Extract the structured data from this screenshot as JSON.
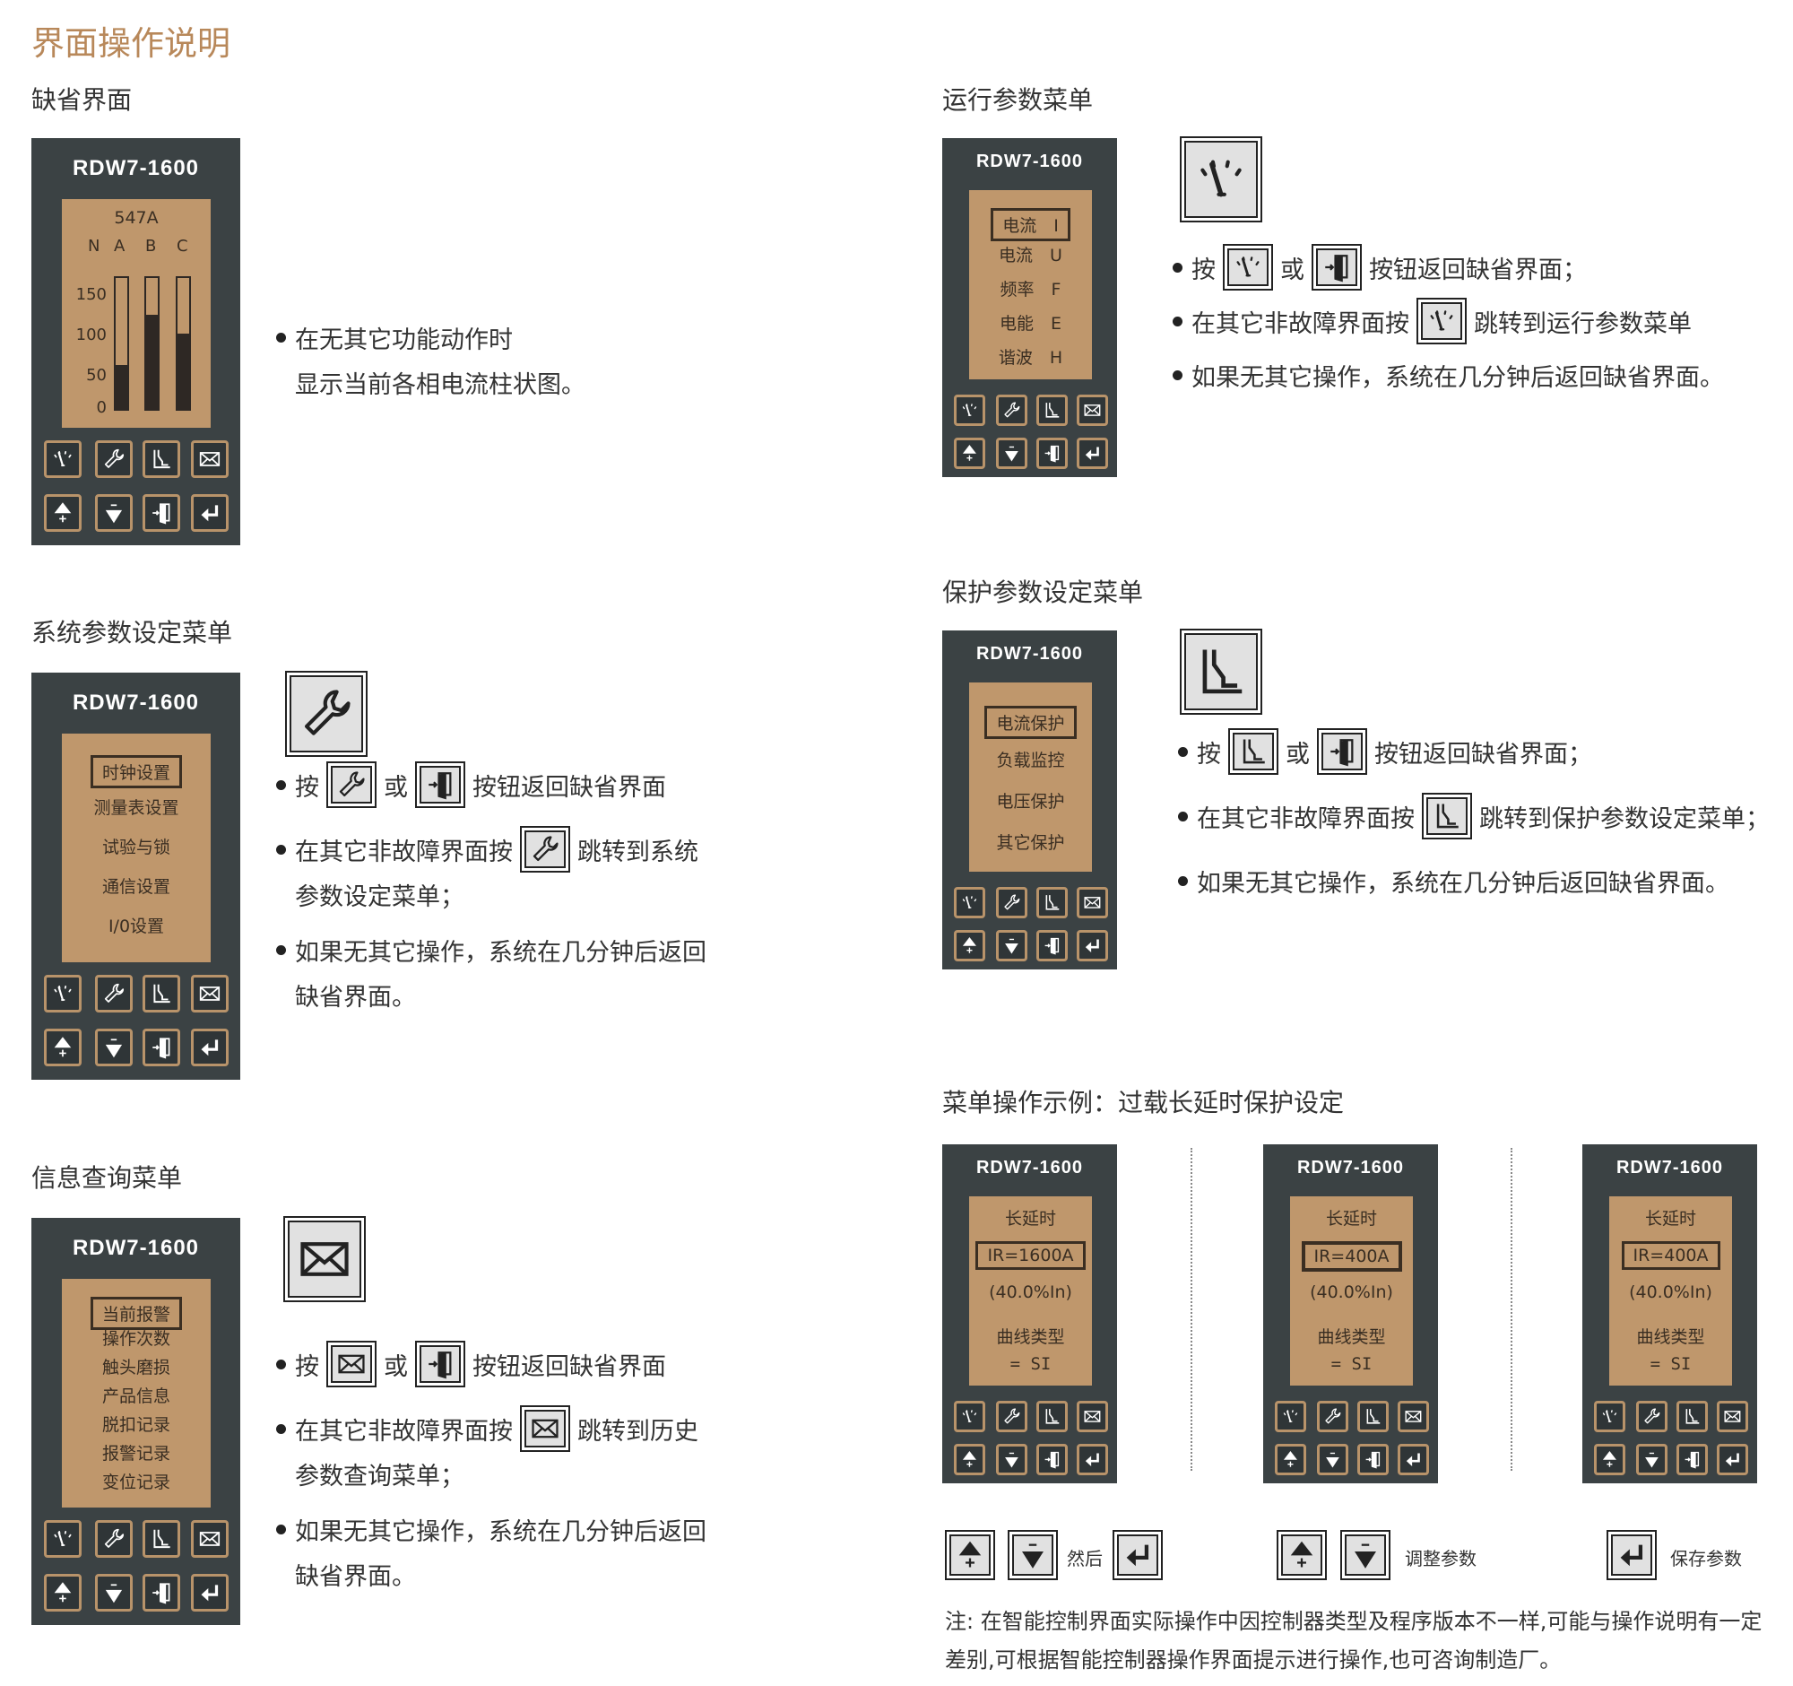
{
  "title": "界面操作说明",
  "panel_buttons": [
    "meter-icon",
    "wrench-icon",
    "protect-curve-icon",
    "mail-icon",
    "up-plus-icon",
    "down-minus-icon",
    "exit-door-icon",
    "enter-icon"
  ],
  "sections": {
    "default": {
      "heading": "缺省界面"
    },
    "system": {
      "heading": "系统参数设定菜单"
    },
    "info": {
      "heading": "信息查询菜单"
    },
    "run": {
      "heading": "运行参数菜单"
    },
    "protect": {
      "heading": "保护参数设定菜单"
    },
    "example": {
      "heading": "菜单操作示例：过载长延时保护设定"
    }
  },
  "panels": {
    "default": {
      "title": "RDW7-1600",
      "reading": "547A",
      "phases": [
        "N",
        "A",
        "B",
        "C"
      ],
      "scale": [
        "150",
        "100",
        "50",
        "0"
      ],
      "chart_data": {
        "type": "bar",
        "categories": [
          "A",
          "B",
          "C"
        ],
        "values": [
          60,
          125,
          100
        ],
        "ylim": [
          0,
          175
        ]
      }
    },
    "system": {
      "title": "RDW7-1600",
      "items": [
        "时钟设置",
        "测量表设置",
        "试验与锁",
        "通信设置",
        "I/0设置"
      ],
      "selected": 0
    },
    "info": {
      "title": "RDW7-1600",
      "items": [
        "当前报警",
        "操作次数",
        "触头磨损",
        "产品信息",
        "脱扣记录",
        "报警记录",
        "变位记录"
      ],
      "selected": 0
    },
    "run": {
      "title": "RDW7-1600",
      "items": [
        "电流　I",
        "电流　U",
        "频率　F",
        "电能　E",
        "谐波　H"
      ],
      "selected": 0
    },
    "protect": {
      "title": "RDW7-1600",
      "items": [
        "电流保护",
        "负载监控",
        "电压保护",
        "其它保护"
      ],
      "selected": 0
    },
    "ex1": {
      "title": "RDW7-1600",
      "lines": [
        "长延时",
        "IR=1600A",
        "(40.0%In)",
        "曲线类型",
        "= SI"
      ]
    },
    "ex2": {
      "title": "RDW7-1600",
      "lines": [
        "长延时",
        "IR=400A",
        "(40.0%In)",
        "曲线类型",
        "= SI"
      ]
    },
    "ex3": {
      "title": "RDW7-1600",
      "lines": [
        "长延时",
        "IR=400A",
        "(40.0%In)",
        "曲线类型",
        "= SI"
      ]
    }
  },
  "bullets": {
    "default": [
      {
        "segs": [
          {
            "t": "在无其它功能动作时"
          }
        ],
        "cont": "显示当前各相电流柱状图。"
      }
    ],
    "system": [
      {
        "segs": [
          {
            "t": "按"
          },
          {
            "i": "wrench-icon"
          },
          {
            "t": "或"
          },
          {
            "i": "exit-door-icon"
          },
          {
            "t": "按钮返回缺省界面"
          }
        ]
      },
      {
        "segs": [
          {
            "t": "在其它非故障界面按"
          },
          {
            "i": "wrench-icon"
          },
          {
            "t": "跳转到系统"
          }
        ],
        "cont": "参数设定菜单；"
      },
      {
        "segs": [
          {
            "t": "如果无其它操作，系统在几分钟后返回"
          }
        ],
        "cont": "缺省界面。"
      }
    ],
    "info": [
      {
        "segs": [
          {
            "t": "按"
          },
          {
            "i": "mail-icon"
          },
          {
            "t": "或"
          },
          {
            "i": "exit-door-icon"
          },
          {
            "t": "按钮返回缺省界面"
          }
        ]
      },
      {
        "segs": [
          {
            "t": "在其它非故障界面按"
          },
          {
            "i": "mail-icon"
          },
          {
            "t": "跳转到历史"
          }
        ],
        "cont": "参数查询菜单；"
      },
      {
        "segs": [
          {
            "t": "如果无其它操作，系统在几分钟后返回"
          }
        ],
        "cont": "缺省界面。"
      }
    ],
    "run": [
      {
        "segs": [
          {
            "t": "按"
          },
          {
            "i": "meter-icon"
          },
          {
            "t": "或"
          },
          {
            "i": "exit-door-icon"
          },
          {
            "t": "按钮返回缺省界面；"
          }
        ]
      },
      {
        "segs": [
          {
            "t": "在其它非故障界面按"
          },
          {
            "i": "meter-icon"
          },
          {
            "t": "跳转到运行参数菜单"
          }
        ]
      },
      {
        "segs": [
          {
            "t": "如果无其它操作，系统在几分钟后返回缺省界面。"
          }
        ]
      }
    ],
    "protect": [
      {
        "segs": [
          {
            "t": "按"
          },
          {
            "i": "protect-curve-icon"
          },
          {
            "t": "或"
          },
          {
            "i": "exit-door-icon"
          },
          {
            "t": "按钮返回缺省界面；"
          }
        ]
      },
      {
        "segs": [
          {
            "t": "在其它非故障界面按"
          },
          {
            "i": "protect-curve-icon"
          },
          {
            "t": "跳转到保护参数设定菜单；"
          }
        ]
      },
      {
        "segs": [
          {
            "t": "如果无其它操作，系统在几分钟后返回缺省界面。"
          }
        ]
      }
    ]
  },
  "large_icons": {
    "system": "wrench-icon",
    "info": "mail-icon",
    "run": "meter-icon",
    "protect": "protect-curve-icon"
  },
  "example_steps": {
    "then_label": "然后",
    "adjust_label": "调整参数",
    "save_label": "保存参数"
  },
  "note": {
    "line1": "注: 在智能控制界面实际操作中因控制器类型及程序版本不一样,可能与操作说明有一定",
    "line2": "差别,可根据智能控制器操作界面提示进行操作,也可咨询制造厂。"
  }
}
